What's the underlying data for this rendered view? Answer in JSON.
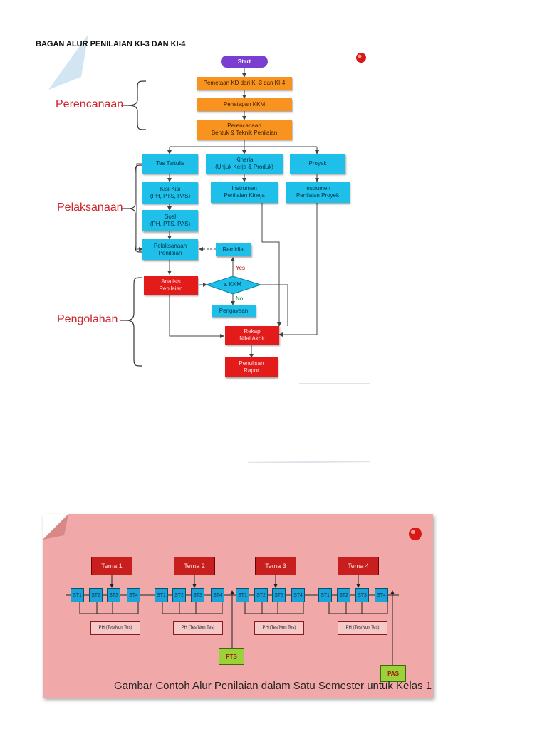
{
  "document": {
    "title": "BAGAN ALUR PENILAIAN KI-3 DAN KI-4"
  },
  "flowchart": {
    "start": "Start",
    "steps": {
      "pemetaan": "Pemetaan KD dari KI-3 dan KI-4",
      "penetapan": "Penetapan KKM",
      "perencanaan": "Perencanaan\nBentuk & Teknik Penilaian",
      "tes_tertulis": "Tes Tertulis",
      "kinerja": "Kinerja\n(Unjuk Kerja & Produk)",
      "proyek": "Proyek",
      "kisi": "Kisi-Kisi\n(PH, PTS, PAS)",
      "soal": "Soal\n(PH, PTS, PAS)",
      "pelaksanaan": "Pelaksanaan\nPenilaian",
      "instrumen_kinerja": "Instrumen\nPenilaian Kineja",
      "instrumen_proyek": "Instrumen\nPenilaian Proyek",
      "remidial": "Remidial",
      "analisis": "Analisis\nPenilaian",
      "decision": "≤ KKM",
      "yes": "Yes",
      "no": "No",
      "pengayaan": "Pengayaan",
      "rekap": "Rekap\nNilai Akhir",
      "rapor": "Penulisan\nRapor"
    },
    "phases": {
      "perencanaan": "Perencanaan",
      "pelaksanaan": "Pelaksanaan",
      "pengolahan": "Pengolahan"
    },
    "colors": {
      "orange": "#f7931e",
      "cyan": "#1ec0ea",
      "red": "#e41b1b",
      "start": "#7a3fd0",
      "phase_text": "#d0242b"
    }
  },
  "semester": {
    "temas": [
      "Tema 1",
      "Tema 2",
      "Tema 3",
      "Tema 4"
    ],
    "subtemas": [
      "ST1",
      "ST2",
      "ST3",
      "ST4"
    ],
    "ph_label": "PH (Tes/Non Tes)",
    "pts": "PTS",
    "pas": "PAS",
    "caption": "Gambar Contoh Alur Penilaian dalam Satu Semester untuk Kelas 1",
    "colors": {
      "panel": "#f0a8a8",
      "tema": "#c81e1e",
      "st": "#1ba3d8",
      "exam": "#9bd23a"
    }
  },
  "icons": {
    "pin": "pushpin-icon"
  }
}
